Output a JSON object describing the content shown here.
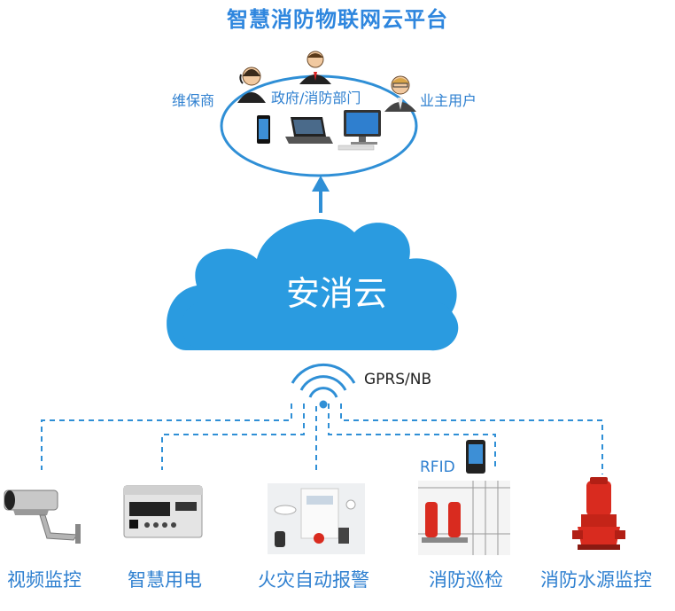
{
  "title": "智慧消防物联网云平台",
  "roles": {
    "left": "维保商",
    "center": "政府/消防部门",
    "right": "业主用户"
  },
  "cloud_label": "安消云",
  "network_label": "GPRS/NB",
  "rfid_label": "RFID",
  "devices": [
    {
      "label": "视频监控"
    },
    {
      "label": "智慧用电"
    },
    {
      "label": "火灾自动报警"
    },
    {
      "label": "消防巡检"
    },
    {
      "label": "消防水源监控"
    }
  ],
  "colors": {
    "primary": "#2f80d0",
    "cloud": "#2a9be0",
    "dashed": "#2f8fd6",
    "fire_red": "#d92b1f"
  },
  "icons": [
    "person-icon",
    "smartphone-icon",
    "laptop-icon",
    "desktop-icon",
    "cloud-icon",
    "wifi-signal-icon",
    "camera-icon",
    "power-meter-icon",
    "fire-alarm-icon",
    "pump-icon",
    "water-pump-icon"
  ]
}
